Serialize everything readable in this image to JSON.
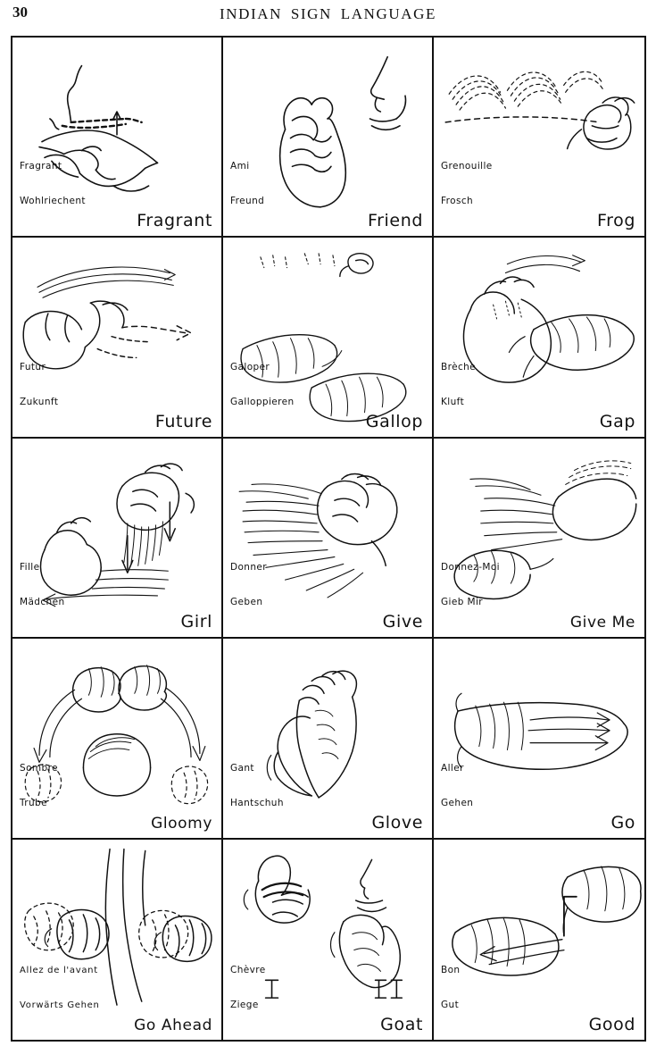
{
  "header": {
    "page_number": "30",
    "title": "INDIAN SIGN LANGUAGE"
  },
  "grid": {
    "columns": 3,
    "rows": 5,
    "cells": [
      {
        "french": "Fragrant",
        "german": "Wohlriechent",
        "english": "Fragrant",
        "illustration": "hand-near-nose-with-dotted-motion-arrow"
      },
      {
        "french": "Ami",
        "german": "Freund",
        "english": "Friend",
        "illustration": "profile-face-with-interlocked-fingers-hand"
      },
      {
        "french": "Grenouille",
        "german": "Frosch",
        "english": "Frog",
        "illustration": "hand-with-dashed-hopping-arcs"
      },
      {
        "french": "Futur",
        "german": "Zukunft",
        "english": "Future",
        "illustration": "pointing-hand-moving-forward-with-arrow"
      },
      {
        "french": "Galoper",
        "german": "Galloppieren",
        "english": "Gallop",
        "illustration": "two-flat-hands-with-small-motion-marks-above"
      },
      {
        "french": "Brèche",
        "german": "Kluft",
        "english": "Gap",
        "illustration": "two-hands-separating-with-motion-lines"
      },
      {
        "french": "Fille",
        "german": "Mädchen",
        "english": "Girl",
        "illustration": "hand-stroking-downward-with-arrows-and-flat-hand"
      },
      {
        "french": "Donner",
        "german": "Geben",
        "english": "Give",
        "illustration": "hand-extending-forward-with-long-motion-lines"
      },
      {
        "french": "Donnez-Moi",
        "german": "Gieb Mir",
        "english": "Give Me",
        "illustration": "two-hands-drawing-inward-with-dashed-motion"
      },
      {
        "french": "Sombre",
        "german": "Trube",
        "english": "Gloomy",
        "illustration": "two-hands-arcing-down-over-head-with-arrows"
      },
      {
        "french": "Gant",
        "german": "Hantschuh",
        "english": "Glove",
        "illustration": "one-hand-sliding-over-the-other"
      },
      {
        "french": "Aller",
        "german": "Gehen",
        "english": "Go",
        "illustration": "forearm-and-hand-moving-away-with-arrows"
      },
      {
        "french": "Allez de l'avant",
        "german": "Vorwärts Gehen",
        "english": "Go Ahead",
        "illustration": "two-fists-with-vertical-lines-and-dashed-motion"
      },
      {
        "french": "Chèvre",
        "german": "Ziege",
        "english": "Goat",
        "illustration": "two-panel-hand-under-chin-with-roman-numerals-I-and-II"
      },
      {
        "french": "Bon",
        "german": "Gut",
        "english": "Good",
        "illustration": "flat-hand-moving-along-forearm-with-arrow"
      }
    ]
  },
  "annotations": {
    "goat_panel_1": "I",
    "goat_panel_2": "II"
  },
  "colors": {
    "ink": "#111111",
    "paper": "#ffffff"
  }
}
